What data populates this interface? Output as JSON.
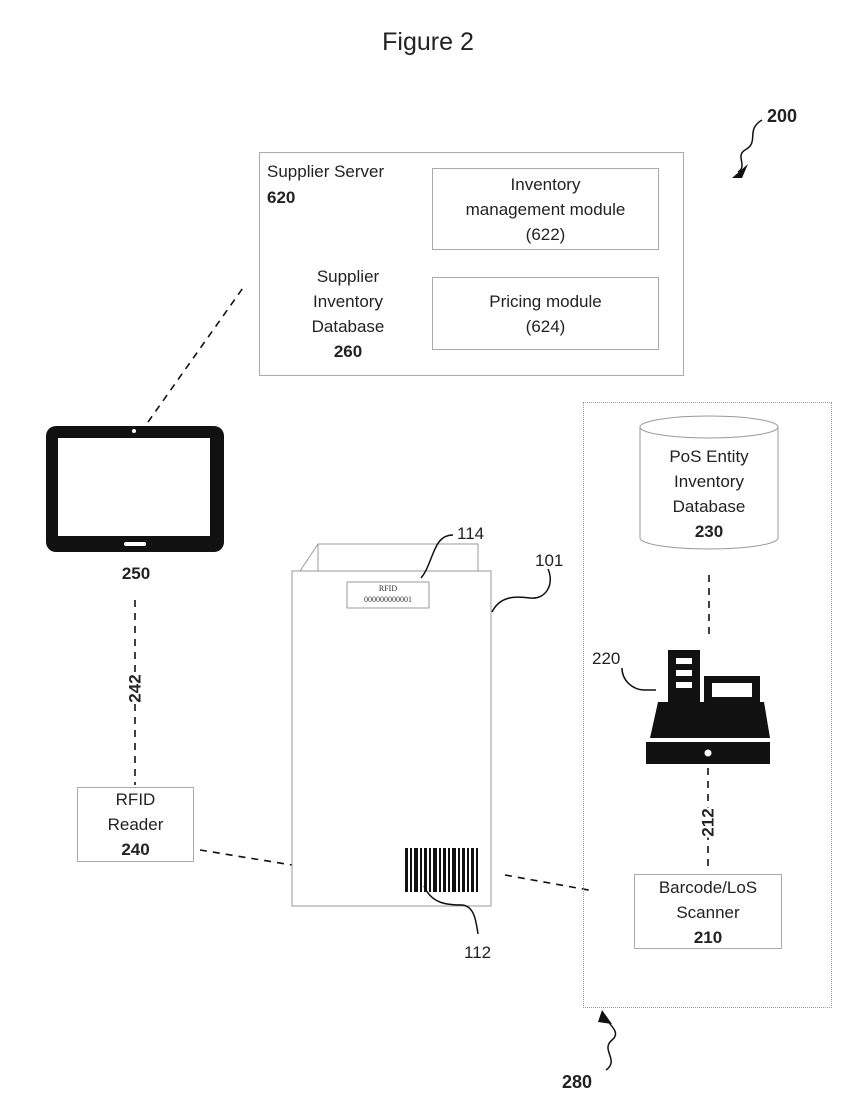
{
  "figure_title": "Figure 2",
  "ref_200": "200",
  "supplier_server": {
    "title": "Supplier Server",
    "ref": "620",
    "inventory_module": {
      "line1": "Inventory",
      "line2": "management module",
      "line3": "(622)"
    },
    "pricing_module": {
      "line1": "Pricing module",
      "line2": "(624)"
    },
    "database": {
      "line1": "Supplier",
      "line2": "Inventory",
      "line3": "Database",
      "ref": "260"
    }
  },
  "tablet": {
    "ref": "250"
  },
  "link_242": "242",
  "rfid_reader": {
    "line1": "RFID",
    "line2": "Reader",
    "ref": "240"
  },
  "item": {
    "ref_101": "101",
    "ref_114": "114",
    "ref_112": "112",
    "rfid_tag_label": "RFID",
    "rfid_tag_number": "000000000001"
  },
  "pos": {
    "database": {
      "line1": "PoS Entity",
      "line2": "Inventory",
      "line3": "Database",
      "ref": "230"
    },
    "register_ref": "220",
    "link_212": "212",
    "scanner": {
      "line1": "Barcode/LoS",
      "line2": "Scanner",
      "ref": "210"
    },
    "ref_280": "280"
  }
}
